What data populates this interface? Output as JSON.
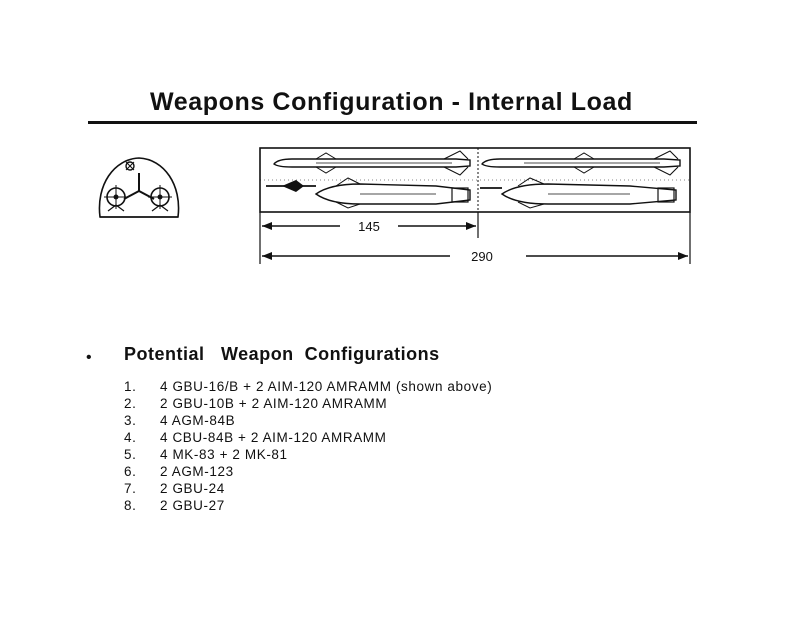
{
  "page": {
    "title": "Weapons Configuration - Internal Load",
    "section_title": "Potential   Weapon  Configurations",
    "bullet": "•"
  },
  "diagram": {
    "dimension_half": "145",
    "dimension_full": "290"
  },
  "configurations": [
    {
      "number": "1.",
      "text": "4 GBU-16/B + 2 AIM-120 AMRAMM (shown above)"
    },
    {
      "number": "2.",
      "text": "2 GBU-10B + 2 AIM-120 AMRAMM"
    },
    {
      "number": "3.",
      "text": "4 AGM-84B"
    },
    {
      "number": "4.",
      "text": "4 CBU-84B + 2 AIM-120 AMRAMM"
    },
    {
      "number": "5.",
      "text": "4 MK-83 + 2 MK-81"
    },
    {
      "number": "6.",
      "text": "2 AGM-123"
    },
    {
      "number": "7.",
      "text": "2 GBU-24"
    },
    {
      "number": "8.",
      "text": "2 GBU-27"
    }
  ]
}
